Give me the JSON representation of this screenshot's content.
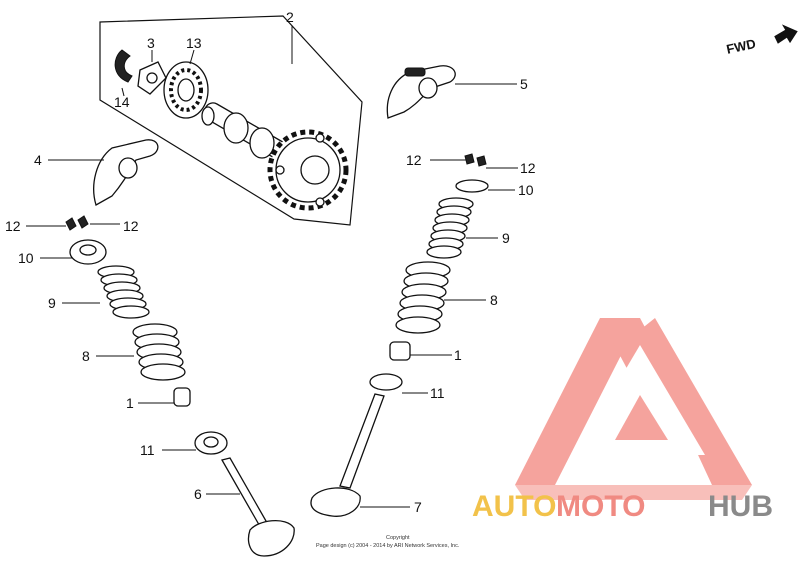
{
  "diagram": {
    "direction_label": "FWD",
    "callouts": {
      "c2": "2",
      "c3": "3",
      "c13": "13",
      "c14": "14",
      "c5": "5",
      "c4": "4",
      "c12_tl": "12",
      "c12_tr": "12",
      "c12_ml": "12",
      "c12_mr": "12",
      "c10_l": "10",
      "c10_r": "10",
      "c9_l": "9",
      "c9_r": "9",
      "c8_l": "8",
      "c8_r": "8",
      "c1_l": "1",
      "c1_r": "1",
      "c11_l": "11",
      "c11_r": "11",
      "c6": "6",
      "c7": "7"
    },
    "copyright_line1": "Copyright",
    "copyright_line2": "Page design (c) 2004 - 2014 by ARI Network Services, Inc."
  },
  "watermark": {
    "auto": "AUTO",
    "moto": "MOTO",
    "hub": "HUB",
    "colors": {
      "auto": "#f2c24a",
      "moto": "#f08a82",
      "hub": "#8a8a8a",
      "logo": "#f0857c"
    }
  }
}
